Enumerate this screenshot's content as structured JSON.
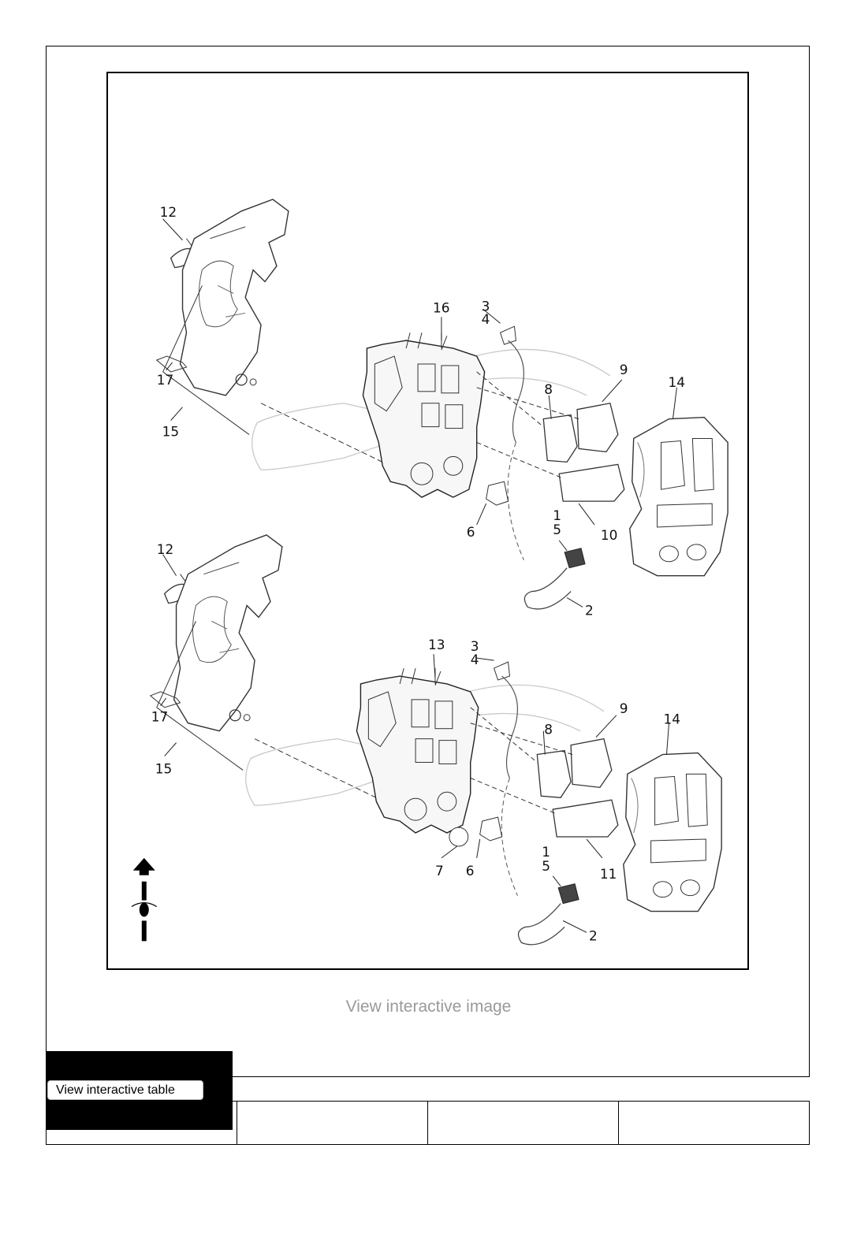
{
  "figure": {
    "top_group": {
      "callouts": [
        "12",
        "16",
        "3",
        "4",
        "17",
        "9",
        "14",
        "8",
        "15",
        "1",
        "5",
        "6",
        "10",
        "2"
      ]
    },
    "bottom_group": {
      "callouts": [
        "12",
        "13",
        "3",
        "4",
        "9",
        "17",
        "14",
        "8",
        "15",
        "1",
        "5",
        "7",
        "6",
        "11",
        "2"
      ]
    },
    "orientation_icon": "up-arrow-handlebar-icon"
  },
  "links": {
    "view_interactive_image": "View interactive image",
    "view_interactive_table": "View interactive table"
  },
  "table": {
    "cells": [
      "",
      "",
      "",
      ""
    ]
  }
}
